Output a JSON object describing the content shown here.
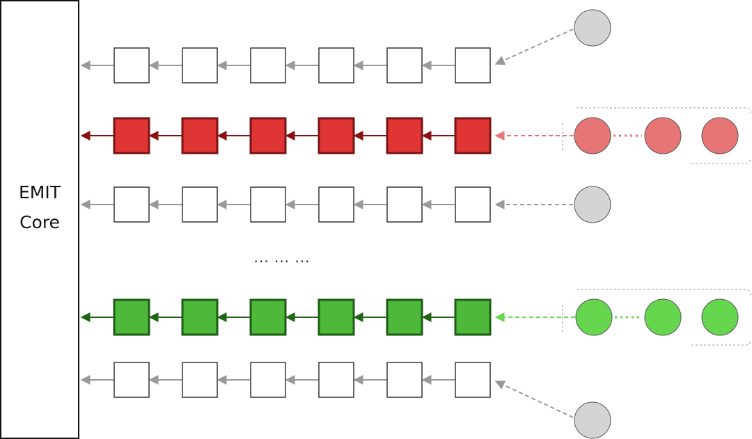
{
  "core": {
    "line1": "EMIT",
    "line2": "Core"
  },
  "ellipsis": "... ... ...",
  "lanes": [
    {
      "id": "lane-1",
      "style": "plain",
      "boxes": 6,
      "source": "single"
    },
    {
      "id": "lane-2",
      "style": "red",
      "boxes": 6,
      "source": "group"
    },
    {
      "id": "lane-3",
      "style": "plain",
      "boxes": 6,
      "source": "single"
    },
    {
      "id": "lane-4",
      "style": "green",
      "boxes": 6,
      "source": "group"
    },
    {
      "id": "lane-5",
      "style": "plain",
      "boxes": 6,
      "source": "single"
    }
  ],
  "colors": {
    "plain_fill": "#ffffff",
    "plain_stroke": "#333333",
    "plain_arrow": "#999999",
    "red_fill": "#e03535",
    "red_stroke": "#7a1414",
    "red_arrow": "#8a0f0f",
    "red_circle": "#e87575",
    "red_dash": "#e87575",
    "green_fill": "#4db83a",
    "green_stroke": "#1e5c16",
    "green_arrow": "#1f6314",
    "green_circle": "#66d64f",
    "green_dash": "#66d64f",
    "gray_circle": "#d4d4d4",
    "gray_dash": "#999999",
    "group_border": "#aaaaaa"
  }
}
